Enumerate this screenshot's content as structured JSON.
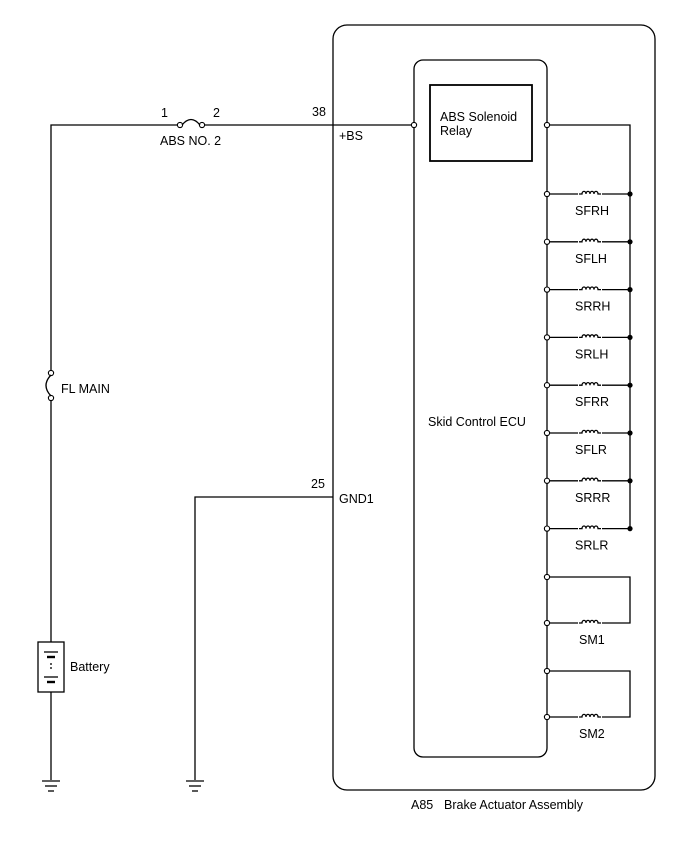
{
  "labels": {
    "fuse_abs_pin1": "1",
    "fuse_abs_pin2": "2",
    "fuse_abs": "ABS NO. 2",
    "fuse_main": "FL MAIN",
    "battery": "Battery",
    "pin_38": "38",
    "pin_bs": "+BS",
    "pin_25": "25",
    "pin_gnd1": "GND1",
    "relay_line1": "ABS Solenoid",
    "relay_line2": "Relay",
    "ecu": "Skid Control ECU",
    "assembly_code": "A85",
    "assembly_name": "Brake Actuator Assembly"
  },
  "solenoids": [
    "SFRH",
    "SFLH",
    "SRRH",
    "SRLH",
    "SFRR",
    "SFLR",
    "SRRR",
    "SRLR"
  ],
  "motors": [
    "SM1",
    "SM2"
  ]
}
